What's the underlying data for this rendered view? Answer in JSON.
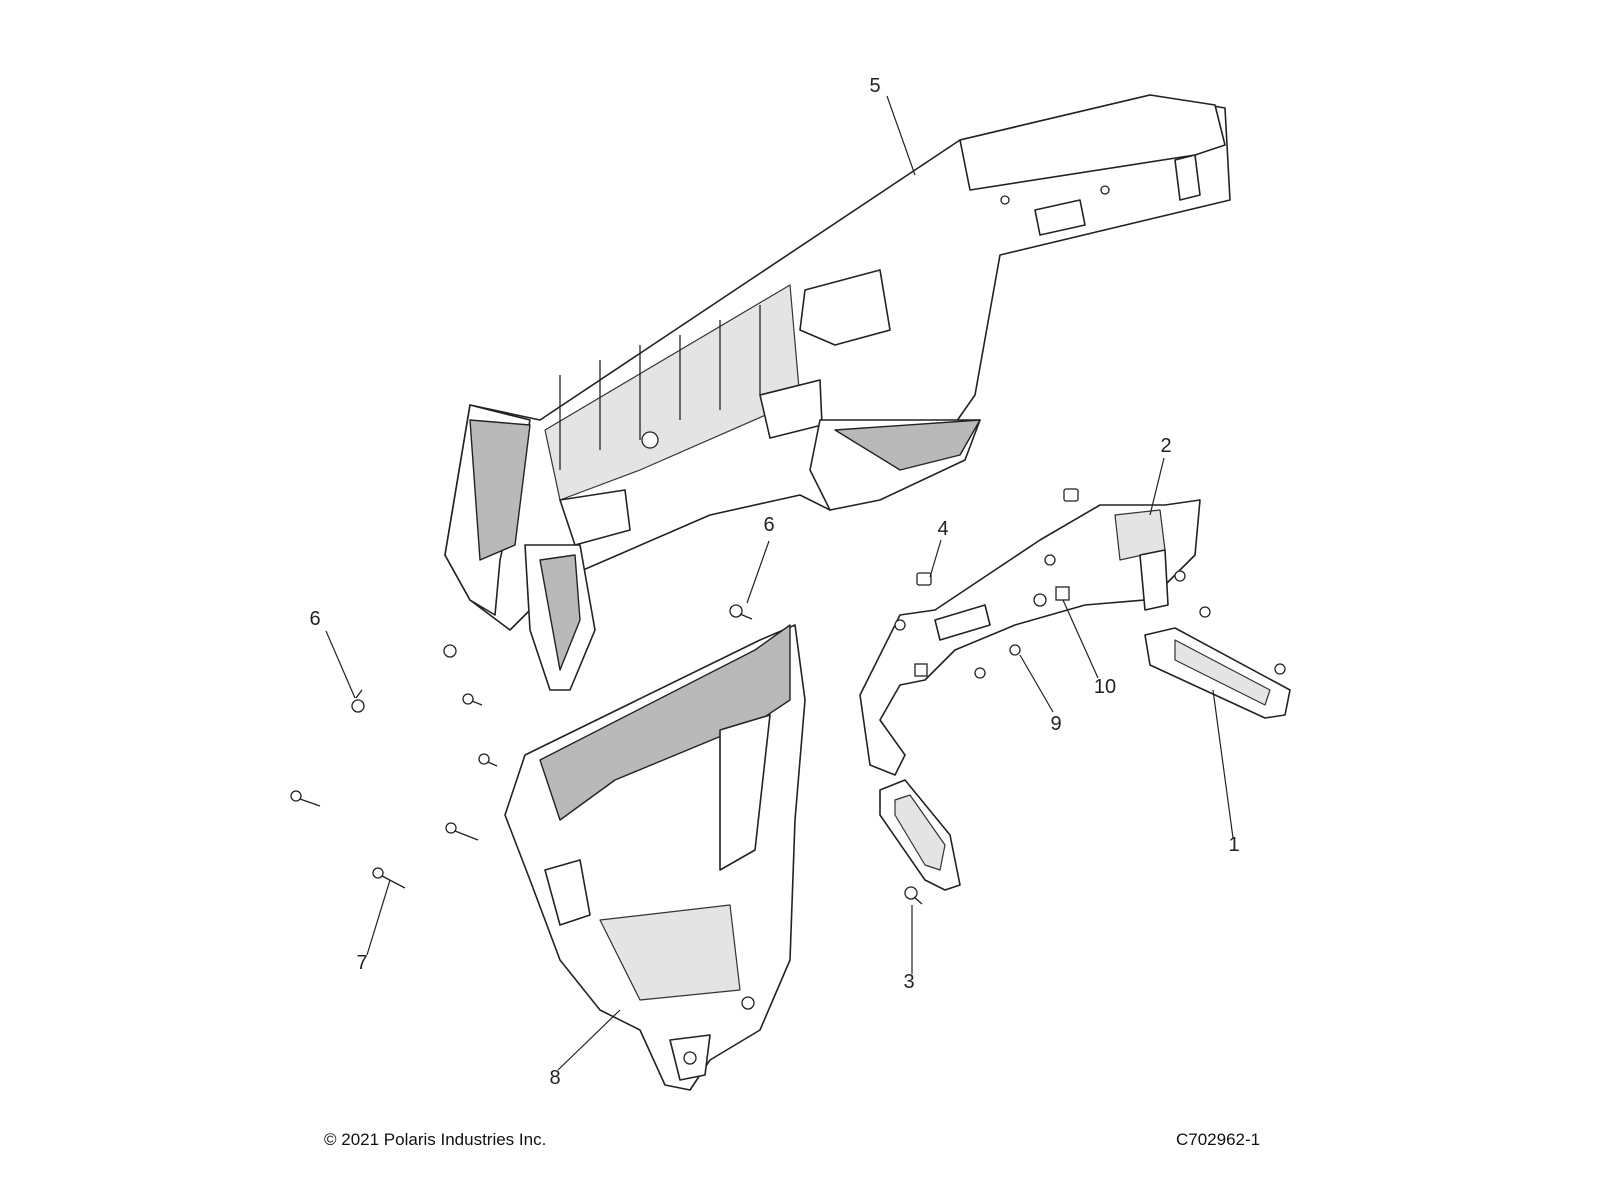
{
  "callouts": {
    "c1": "1",
    "c2": "2",
    "c3": "3",
    "c4": "4",
    "c5": "5",
    "c6a": "6",
    "c6b": "6",
    "c7": "7",
    "c8": "8",
    "c9": "9",
    "c10": "10"
  },
  "footer": {
    "copyright": "© 2021 Polaris Industries Inc.",
    "diagram_code": "C702962-1"
  },
  "colors": {
    "line": "#222222",
    "shade": "#b9b9b9",
    "background": "#ffffff"
  }
}
